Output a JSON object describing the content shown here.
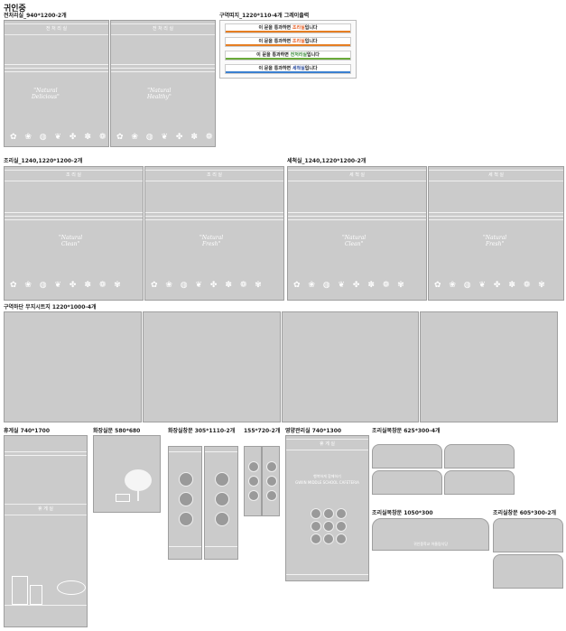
{
  "page_title": "귀인중",
  "sections": {
    "pantry": {
      "title": "전처리실_940*1200-2개",
      "band": "전 처 리 실",
      "script_left": "\"Natural\nDelicious\"",
      "script_right": "\"Natural\nHealthy\""
    },
    "labels": {
      "title": "구역띠지_1220*110-4개 그레이출력",
      "items": [
        {
          "pre": "이 문을 통과하면 ",
          "room": "조리실",
          "post": "입니다",
          "color": "#e65a1e",
          "bar": "#e67e22"
        },
        {
          "pre": "이 문을 통과하면 ",
          "room": "조리실",
          "post": "입니다",
          "color": "#e65a1e",
          "bar": "#e67e22"
        },
        {
          "pre": "이 문을 통과하면 ",
          "room": "전처리실",
          "post": "입니다",
          "color": "#3a8a3a",
          "bar": "#6aaa3a"
        },
        {
          "pre": "이 문을 통과하면 ",
          "room": "세척실",
          "post": "입니다",
          "color": "#2b4ca0",
          "bar": "#3a7fd0"
        }
      ]
    },
    "kitchen": {
      "title": "조리실_1240,1220*1200-2개",
      "band": "조 리 실",
      "script_left": "\"Natural\nClean\"",
      "script_right": "\"Natural\nFresh\""
    },
    "wash": {
      "title": "세척실_1240,1220*1200-2개",
      "band": "세 척 실",
      "script_left": "\"Natural\nClean\"",
      "script_right": "\"Natural\nFresh\""
    },
    "plain": {
      "title": "구역하단 무지시트지 1220*1000-4개"
    },
    "lounge": {
      "title": "휴게실 740*1700",
      "band": "휴 게 실"
    },
    "restroom": {
      "title": "화장실문 580*680"
    },
    "restroom_window": {
      "title": "화장실창문 305*1110-2개"
    },
    "small": {
      "title": "155*720-2개"
    },
    "nutrition": {
      "title": "영양관리실 740*1300",
      "band": "휴 게 실",
      "line1": "행복하게 함께하기",
      "line2": "GWIIN MIDDLE SCHOOL CAFETERIA"
    },
    "kitchen_window": {
      "title": "조리실복창문 625*300-4개"
    },
    "kitchen_window_big": {
      "title": "조리실복창문 1050*300",
      "caption": "귀인중학교 어울림식당"
    },
    "kitchen_window2": {
      "title": "조리실창문 605*300-2개"
    }
  },
  "icons": {
    "food_row": "✿ ❀ ◍ ❦ ✤ ✽ ❁ ✾",
    "tree": "tree-icon",
    "buildings": "building-icon"
  },
  "colors": {
    "panel": "#cbcbcb",
    "border": "#9f9f9f"
  }
}
